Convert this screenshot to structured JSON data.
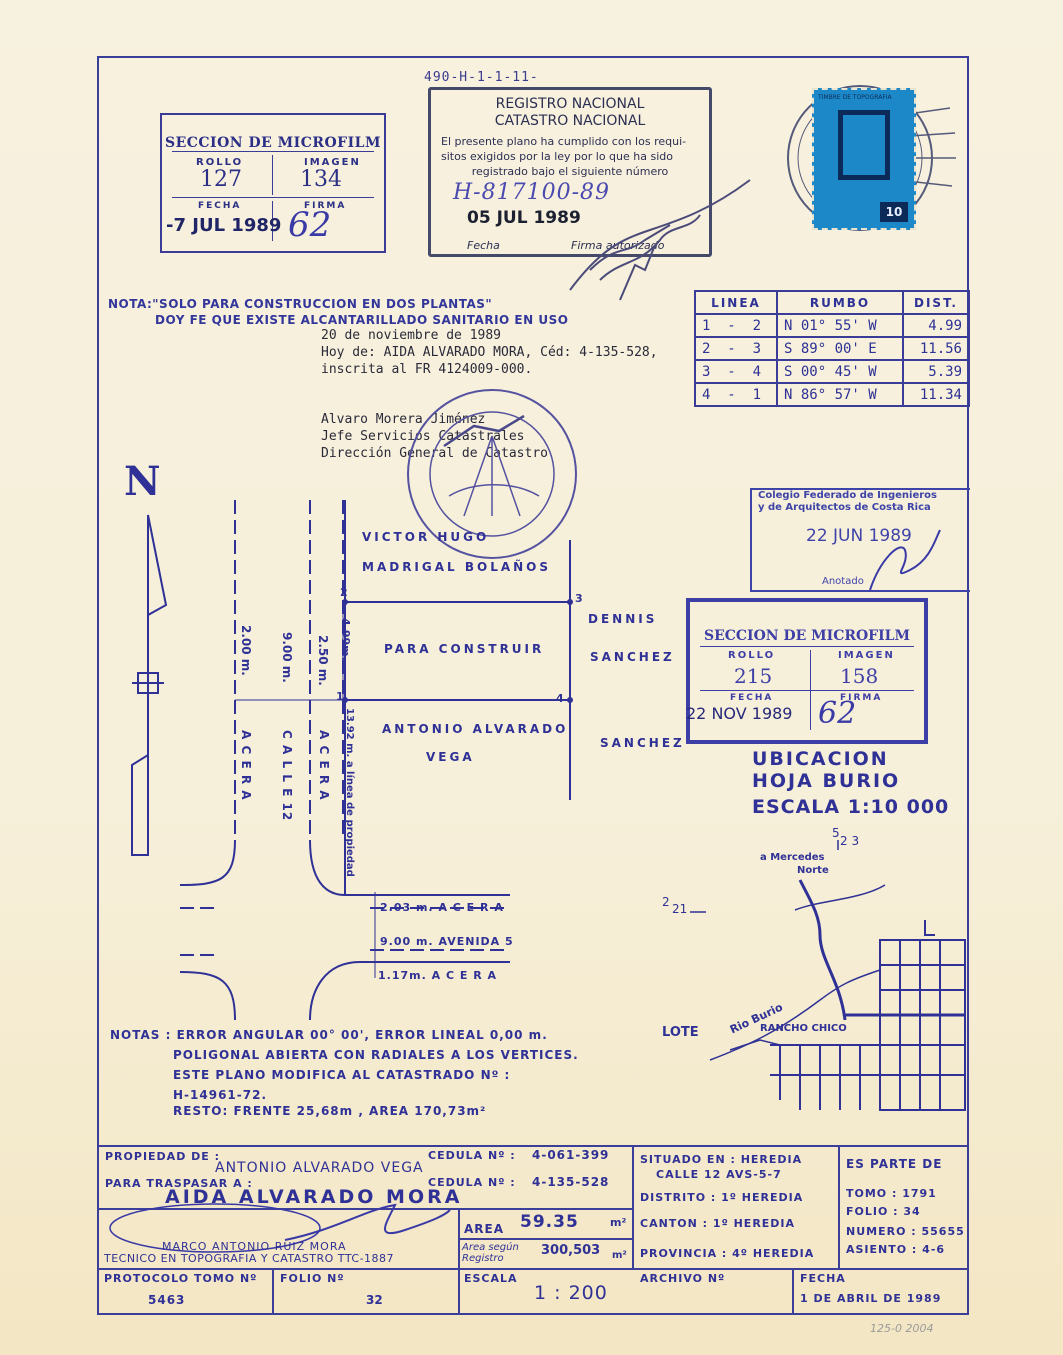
{
  "ref_top": "490-H-1-1-11-",
  "stamp_microfilm_1": {
    "title": "SECCION DE MICROFILM",
    "rollo_label": "ROLLO",
    "imagen_label": "IMAGEN",
    "rollo": "127",
    "imagen": "134",
    "fecha_label": "FECHA",
    "firma_label": "FIRMA",
    "fecha": "-7 JUL 1989",
    "firma": "62"
  },
  "stamp_registro": {
    "line1": "REGISTRO NACIONAL",
    "line2": "CATASTRO NACIONAL",
    "text1": "El presente plano ha cumplido con los requi-",
    "text2": "sitos exigidos por la ley por lo que ha sido",
    "text3": "registrado bajo el siguiente número",
    "number": "H-817100-89",
    "date": "05 JUL 1989",
    "fecha_label": "Fecha",
    "firma_label": "Firma autorizado"
  },
  "timbre": {
    "top": "TIMBRE DE TOPOGRAFIA",
    "value": "10"
  },
  "nota": {
    "line1": "NOTA:\"SOLO PARA CONSTRUCCION EN DOS PLANTAS\"",
    "line2": "DOY FE QUE EXISTE ALCANTARILLADO SANITARIO EN USO"
  },
  "typed": {
    "date": "20 de noviembre de 1989",
    "hoy": "Hoy de:  AIDA ALVARADO MORA, Céd: 4-135-528,",
    "inscrita": "inscrita al FR 4124009-000.",
    "sign1": "Alvaro Morera Jiménez",
    "sign2": "Jefe Servicios Catastrales",
    "sign3": "Dirección General de Catastro"
  },
  "rumbo_table": {
    "headers": [
      "LINEA",
      "RUMBO",
      "DIST."
    ],
    "rows": [
      {
        "a": "1",
        "b": "2",
        "rumbo": "N 01° 55' W",
        "dist": "4.99"
      },
      {
        "a": "2",
        "b": "3",
        "rumbo": "S 89° 00' E",
        "dist": "11.56"
      },
      {
        "a": "3",
        "b": "4",
        "rumbo": "S 00° 45' W",
        "dist": "5.39"
      },
      {
        "a": "4",
        "b": "1",
        "rumbo": "N 86° 57' W",
        "dist": "11.34"
      }
    ]
  },
  "north": "N",
  "plan": {
    "owner_n1": "VICTOR HUGO",
    "owner_n2": "MADRIGAL BOLAÑOS",
    "parcel": "PARA CONSTRUIR",
    "owner_s1": "ANTONIO ALVARADO",
    "owner_s2": "VEGA",
    "east1": "DENNIS",
    "east2": "SANCHEZ",
    "east3": "SANCHEZ",
    "v_acera_w": "2.00 m.",
    "v_calle": "9.00 m.",
    "v_acera_e": "2.50 m.",
    "side_dim": "4.99m.",
    "acera1": "A C E R A",
    "calle12": "C A L L E  12",
    "acera2": "A C E R A",
    "prop_line": "13.92 m. a línea de propiedad",
    "h1": "2.03 m.  A C E R A",
    "h2": "9.00 m.   AVENIDA 5",
    "h3": "1.17m.  A C E R A",
    "v1": "1",
    "v2": "2",
    "v3": "3",
    "v4": "4"
  },
  "colegio_stamp": {
    "line1": "Colegio Federado de Ingenieros",
    "line2": "y de Arquitectos de Costa Rica",
    "date": "22 JUN 1989",
    "anotado": "Anotado"
  },
  "stamp_microfilm_2": {
    "title": "SECCION DE MICROFILM",
    "rollo_label": "ROLLO",
    "imagen_label": "IMAGEN",
    "rollo": "215",
    "imagen": "158",
    "fecha_label": "FECHA",
    "firma_label": "FIRMA",
    "fecha": "22 NOV 1989",
    "firma": "62"
  },
  "ubicacion": {
    "l1": "UBICACION",
    "l2": "HOJA BURIO",
    "l3": "ESCALA 1:10 000",
    "coord_top": "5",
    "coord_top2": "2 3",
    "coord_left": "2",
    "coord_left2": "21",
    "mercedes": "a Mercedes",
    "norte": "Norte",
    "rio": "Rio Burio",
    "lote": "LOTE",
    "rancho": "RANCHO CHICO"
  },
  "notas": {
    "l1": "NOTAS : ERROR ANGULAR 00° 00', ERROR LINEAL 0,00 m.",
    "l2": "POLIGONAL ABIERTA CON RADIALES A LOS VERTICES.",
    "l3": "ESTE PLANO MODIFICA AL CATASTRADO  Nº :",
    "l4": "H-14961-72.",
    "l5": "RESTO: FRENTE 25,68m , AREA 170,73m²"
  },
  "title_block": {
    "propiedad_label": "PROPIEDAD  DE :",
    "cedula1_label": "CEDULA  Nº :",
    "cedula1": "4-061-399",
    "propietario": "ANTONIO  ALVARADO  VEGA",
    "traspasar_label": "PARA  TRASPASAR  A :",
    "cedula2_label": "CEDULA  Nº :",
    "cedula2": "4-135-528",
    "adquiriente": "AIDA  ALVARADO  MORA",
    "tecnico1": "MARCO  ANTONIO  RUIZ  MORA",
    "tecnico2": "TECNICO EN TOPOGRAFIA Y CATASTRO TTC-1887",
    "area_label": "AREA",
    "area": "59.35",
    "area_unit": "m²",
    "area_reg_label1": "Area  según",
    "area_reg_label2": "Registro",
    "area_reg": "300,503",
    "area_reg_unit": "m²",
    "situado1": "SITUADO EN : HEREDIA",
    "situado2": "CALLE 12  AVS-5-7",
    "distrito": "DISTRITO : 1º HEREDIA",
    "canton": "CANTON : 1º HEREDIA",
    "provincia": "PROVINCIA : 4º HEREDIA",
    "es_parte": "ES PARTE  DE",
    "tomo": "TOMO : 1791",
    "folio": "FOLIO : 34",
    "numero": "NUMERO : 55655",
    "asiento": "ASIENTO : 4-6",
    "protocolo_label": "PROTOCOLO  TOMO  Nº",
    "protocolo": "5463",
    "folio_label": "FOLIO  Nº",
    "folio_val": "32",
    "escala_label": "ESCALA",
    "escala": "1 : 200",
    "archivo_label": "ARCHIVO  Nº",
    "fecha_label": "FECHA",
    "fecha": "1  DE  ABRIL  DE  1989"
  },
  "corner_note": "125-0 2004"
}
